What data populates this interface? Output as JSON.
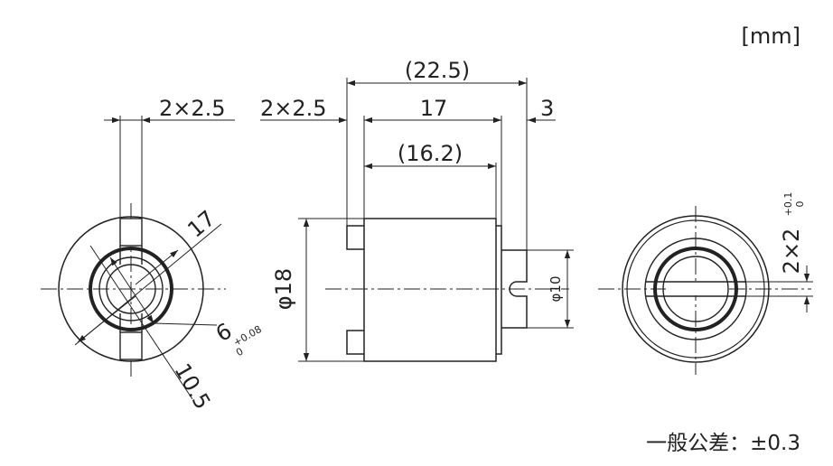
{
  "unit_label": "[mm]",
  "general_tolerance": "一般公差：±0.3",
  "colors": {
    "line": "#222222",
    "background": "#ffffff"
  },
  "left_view": {
    "slot_width_dim": "2×2.5",
    "outer_dim": "17",
    "bore_dim": "6",
    "bore_tol_upper": "+0.08",
    "bore_tol_lower": "0",
    "inner_dim": "10.5"
  },
  "side_view": {
    "overall_length_dim": "(22.5)",
    "slot_width_dim": "2×2.5",
    "body_length_dim": "17",
    "tab_length_dim": "3",
    "ref_length_dim": "(16.2)",
    "body_diameter_dim": "φ18",
    "tab_diameter_dim": "φ10"
  },
  "right_view": {
    "slot_width_dim": "2×2",
    "slot_tol_upper": "+0.1",
    "slot_tol_lower": "0"
  }
}
